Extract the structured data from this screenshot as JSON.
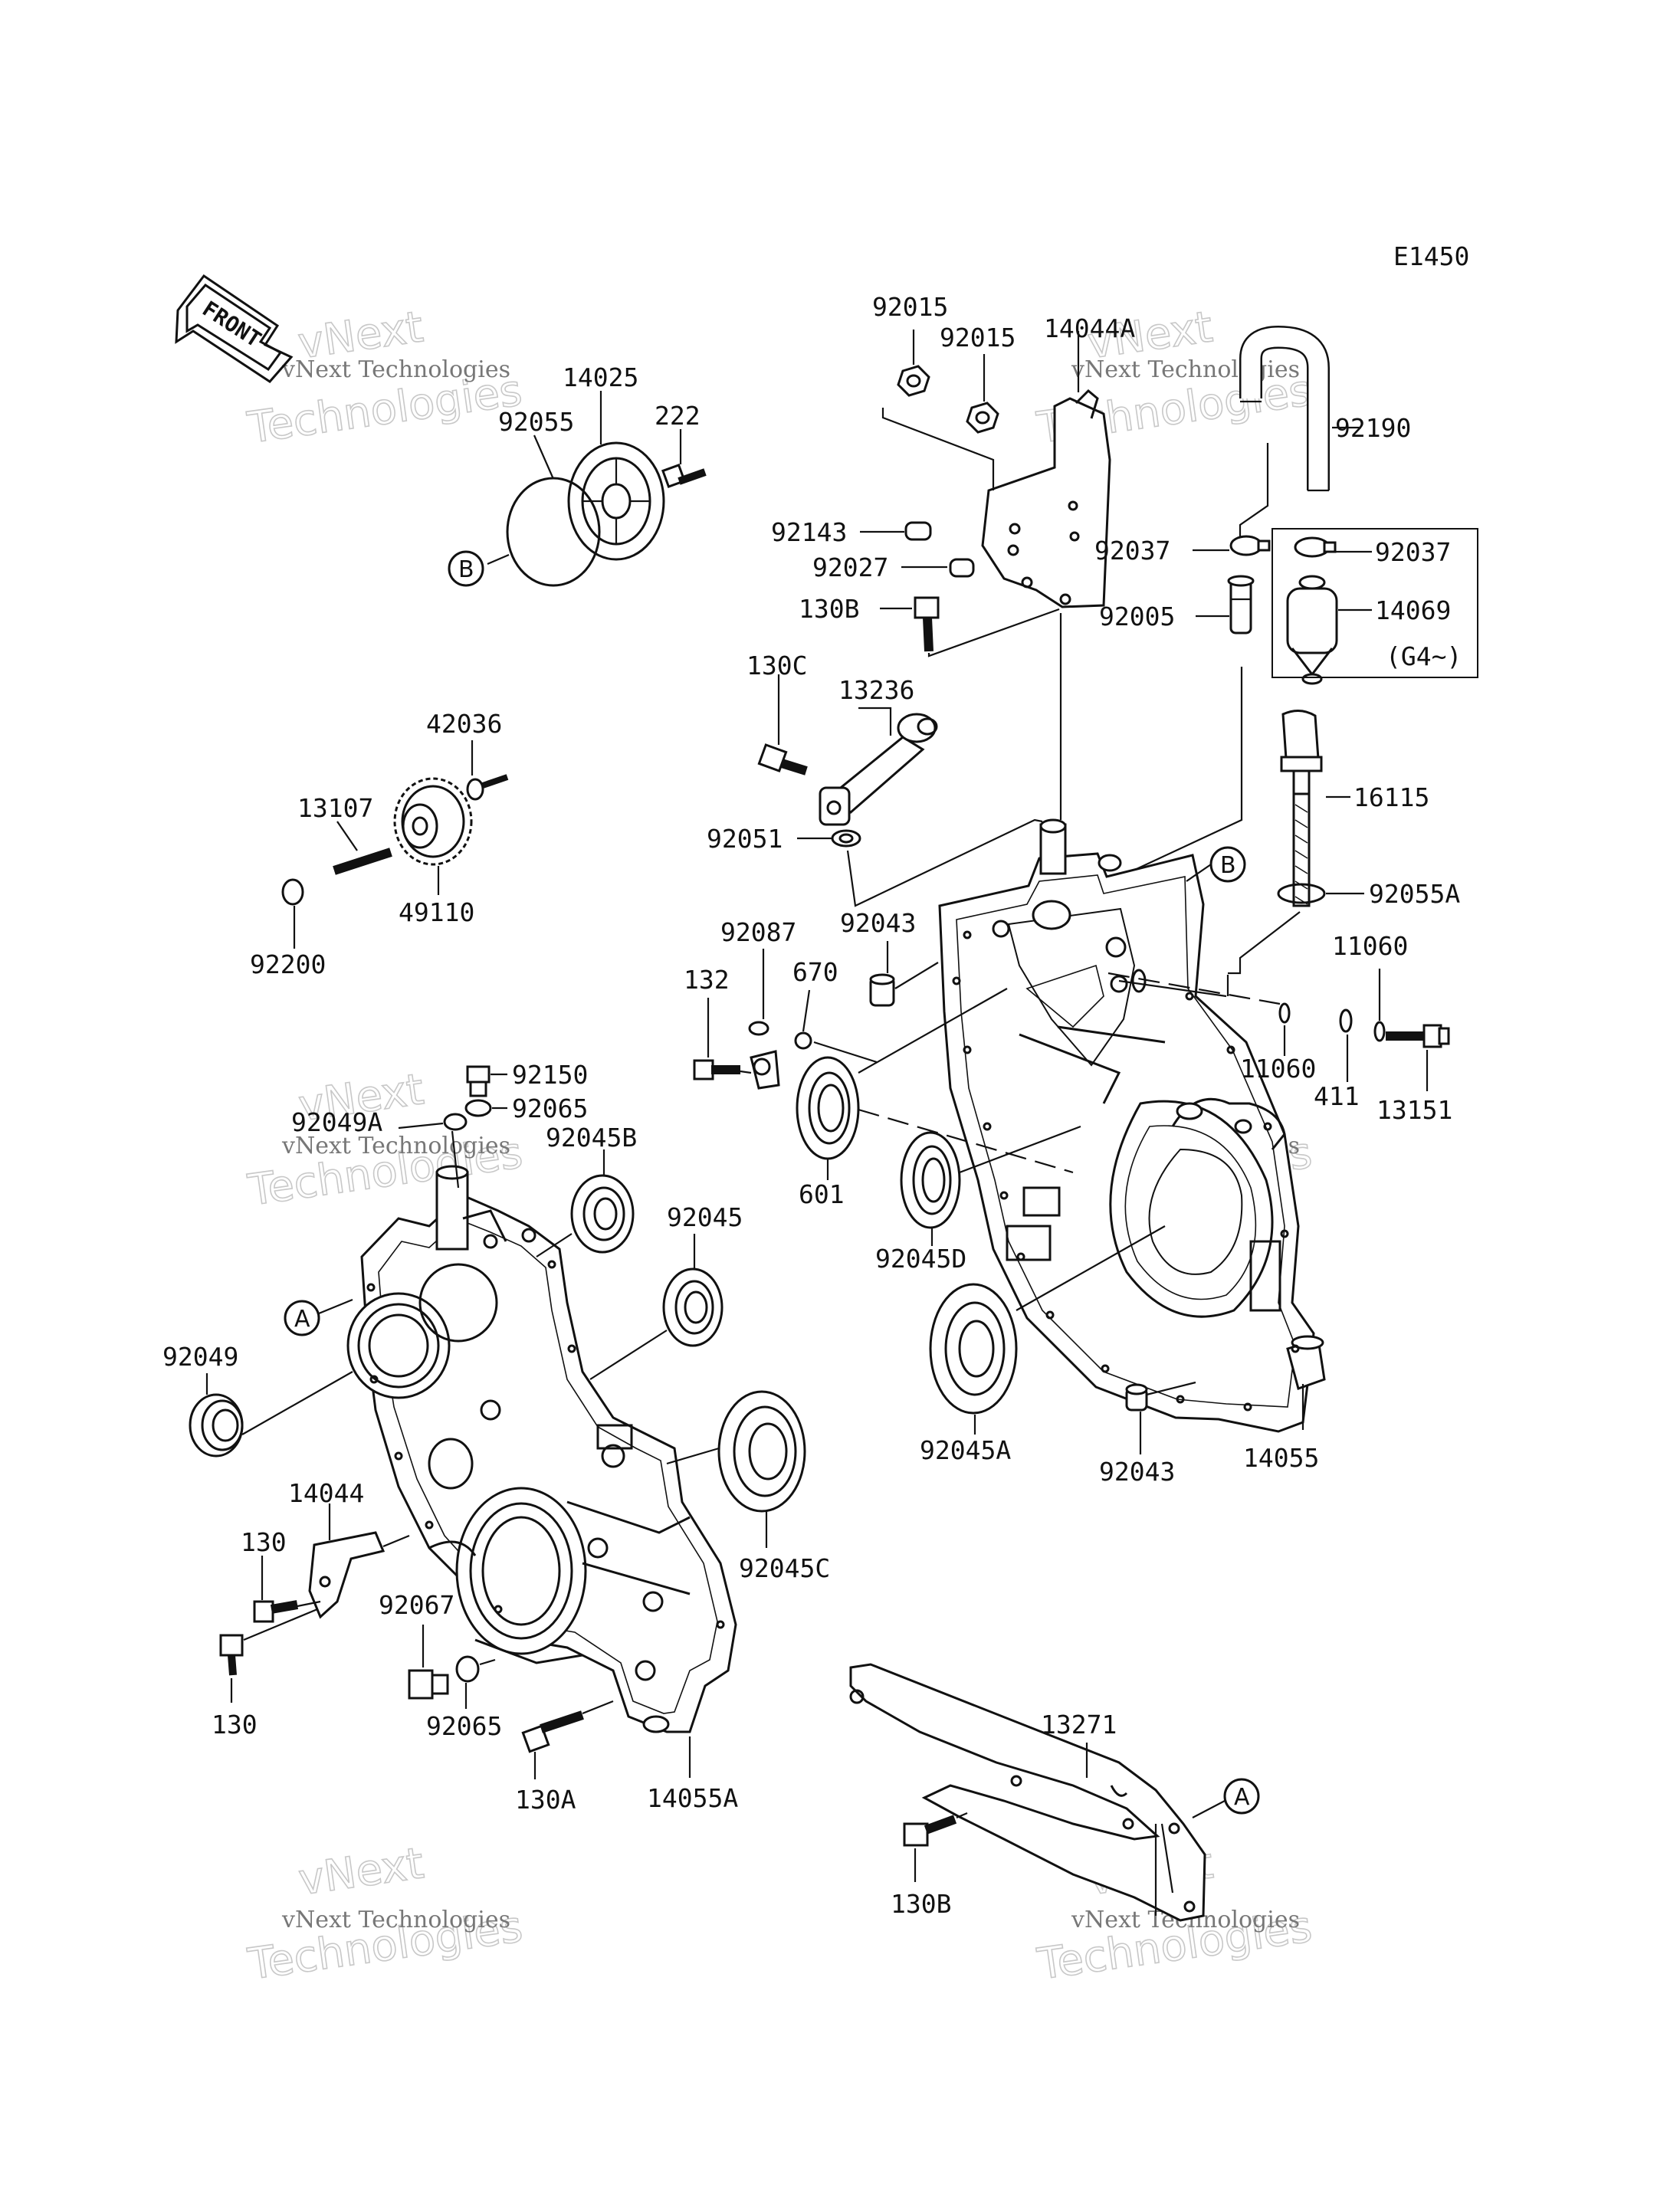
{
  "diagram_code": "E1450",
  "front_label": "FRONT",
  "watermark": {
    "line1": "vNext Technologies",
    "line2": "Technologies",
    "line3": "vNext"
  },
  "refs": {
    "a": "A",
    "b": "B"
  },
  "parts": {
    "p92015a": "92015",
    "p92015b": "92015",
    "p14044A": "14044A",
    "p92190": "92190",
    "p14025": "14025",
    "p92055": "92055",
    "p222": "222",
    "p92143": "92143",
    "p92027": "92027",
    "p130B_top": "130B",
    "p92037a": "92037",
    "p92037b": "92037",
    "p92005": "92005",
    "p14069": "14069",
    "g4": "(G4~)",
    "p42036": "42036",
    "p130C": "130C",
    "p13236": "13236",
    "p13107": "13107",
    "p16115": "16115",
    "p49110": "49110",
    "p92051": "92051",
    "p92055A": "92055A",
    "p92200": "92200",
    "p92043a": "92043",
    "p11060a": "11060",
    "p92087": "92087",
    "p670": "670",
    "p132": "132",
    "p11060b": "11060",
    "p411": "411",
    "p13151": "13151",
    "p92150": "92150",
    "p92049A": "92049A",
    "p92065a": "92065",
    "p92045B": "92045B",
    "p601": "601",
    "p92045": "92045",
    "p92045D": "92045D",
    "p92049": "92049",
    "p92045A": "92045A",
    "p92043b": "92043",
    "p14055": "14055",
    "p14044": "14044",
    "p130a": "130",
    "p92045C": "92045C",
    "p92067": "92067",
    "p130b": "130",
    "p92065b": "92065",
    "p13271": "13271",
    "p130A": "130A",
    "p14055A": "14055A",
    "p130B_bot": "130B"
  }
}
